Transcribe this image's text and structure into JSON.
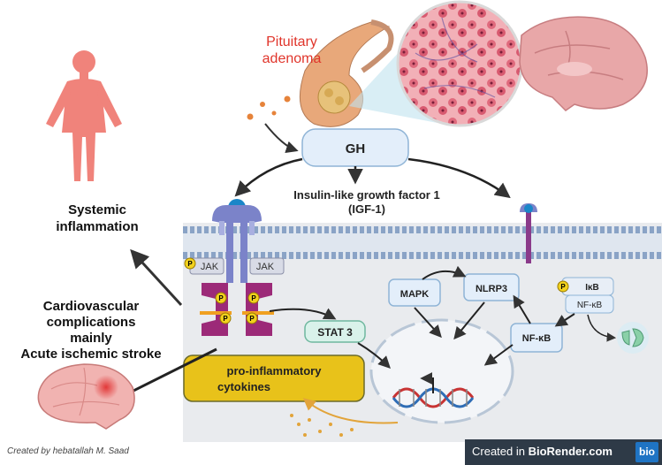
{
  "labels": {
    "pituitary": "Pituitary adenoma",
    "gh": "GH",
    "igf_line1": "Insulin-like growth factor 1",
    "igf_line2": "(IGF-1)",
    "systemic": "Systemic inflammation",
    "cardio_line1": "Cardiovascular",
    "cardio_line2": "complications",
    "cardio_line3": "mainly",
    "cardio_line4": "Acute ischemic stroke",
    "jak": "JAK",
    "p": "P",
    "stat3": "STAT 3",
    "mapk": "MAPK",
    "nlrp3": "NLRP3",
    "ikb": "IκB",
    "nfkb": "NF-κB",
    "cytokines_line1": "pro-inflammatory",
    "cytokines_line2": "cytokines",
    "credit": "Created by hebatallah M. Saad"
  },
  "watermark": {
    "prefix": "Created in ",
    "brand": "BioRender.com",
    "logo": "bio"
  },
  "colors": {
    "pituitary_text": "#e0352b",
    "node_fill": "#e3eefa",
    "node_stroke": "#8fb4d6",
    "cytokine_fill": "#e8c21a",
    "phospho": "#f2d21e",
    "receptor": "#7b83c9",
    "jak": "#9c2a78"
  },
  "icons": [
    "human-body-icon",
    "brain-icon",
    "pituitary-gland-icon",
    "tumor-tissue-icon",
    "dna-icon",
    "nucleus-icon",
    "receptor-icon"
  ]
}
